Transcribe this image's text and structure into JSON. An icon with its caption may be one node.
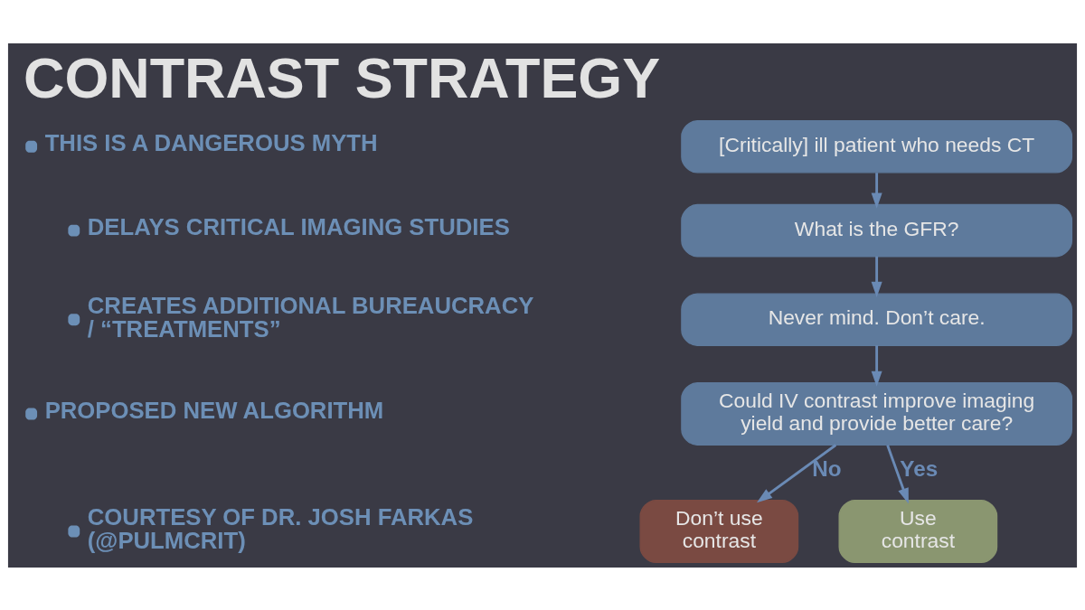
{
  "diagram": {
    "title": "CONTRAST STRATEGY",
    "nodes": [
      {
        "text": [
          "[Critically] ill patient who needs CT"
        ]
      },
      {
        "text": [
          "What is the GFR?"
        ]
      },
      {
        "text": [
          "Never mind. Don’t care."
        ]
      },
      {
        "text": [
          "Could IV contrast improve imaging yield and provide better care?"
        ]
      },
      {
        "text": [
          "Don’t use contrast"
        ]
      },
      {
        "text": [
          "Use contrast"
        ]
      }
    ],
    "edges": [
      {
        "from": 0,
        "to": 1,
        "arrow": "to"
      },
      {
        "from": 1,
        "to": 2,
        "arrow": "to"
      },
      {
        "from": 2,
        "to": 3,
        "arrow": "to"
      },
      {
        "from": 3,
        "to": 4,
        "arrow": "to",
        "label": "No"
      },
      {
        "from": 3,
        "to": 5,
        "arrow": "to",
        "label": "Yes"
      }
    ],
    "labels": [
      "THIS IS A DANGEROUS MYTH",
      "DELAYS CRITICAL IMAGING STUDIES",
      "CREATES ADDITIONAL BUREAUCRACY / “TREATMENTS”",
      "PROPOSED NEW ALGORITHM",
      "COURTESY OF DR. JOSH FARKAS (@PULMCRIT)"
    ]
  }
}
